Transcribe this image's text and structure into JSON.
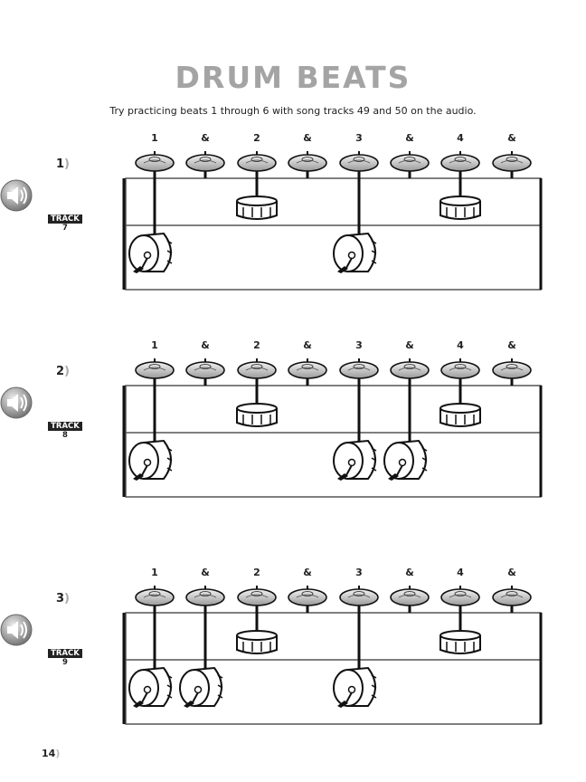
{
  "title": "DRUM BEATS",
  "subtitle": "Try practicing beats 1 through 6 with song tracks 49 and 50 on the audio.",
  "counts": [
    "1",
    "&",
    "2",
    "&",
    "3",
    "&",
    "4",
    "&"
  ],
  "exercises": [
    {
      "number": "1",
      "paren": ")",
      "track_label": "TRACK",
      "track": "7",
      "hihat": [
        1,
        1,
        1,
        1,
        1,
        1,
        1,
        1
      ],
      "snare": [
        0,
        0,
        1,
        0,
        0,
        0,
        1,
        0
      ],
      "kick": [
        1,
        0,
        0,
        0,
        1,
        0,
        0,
        0
      ]
    },
    {
      "number": "2",
      "paren": ")",
      "track_label": "TRACK",
      "track": "8",
      "hihat": [
        1,
        1,
        1,
        1,
        1,
        1,
        1,
        1
      ],
      "snare": [
        0,
        0,
        1,
        0,
        0,
        0,
        1,
        0
      ],
      "kick": [
        1,
        0,
        0,
        0,
        1,
        1,
        0,
        0
      ]
    },
    {
      "number": "3",
      "paren": ")",
      "track_label": "TRACK",
      "track": "9",
      "hihat": [
        1,
        1,
        1,
        1,
        1,
        1,
        1,
        1
      ],
      "snare": [
        0,
        0,
        1,
        0,
        0,
        0,
        1,
        0
      ],
      "kick": [
        1,
        1,
        0,
        0,
        1,
        0,
        0,
        0
      ]
    }
  ],
  "page": {
    "number": "14",
    "paren": ")"
  }
}
